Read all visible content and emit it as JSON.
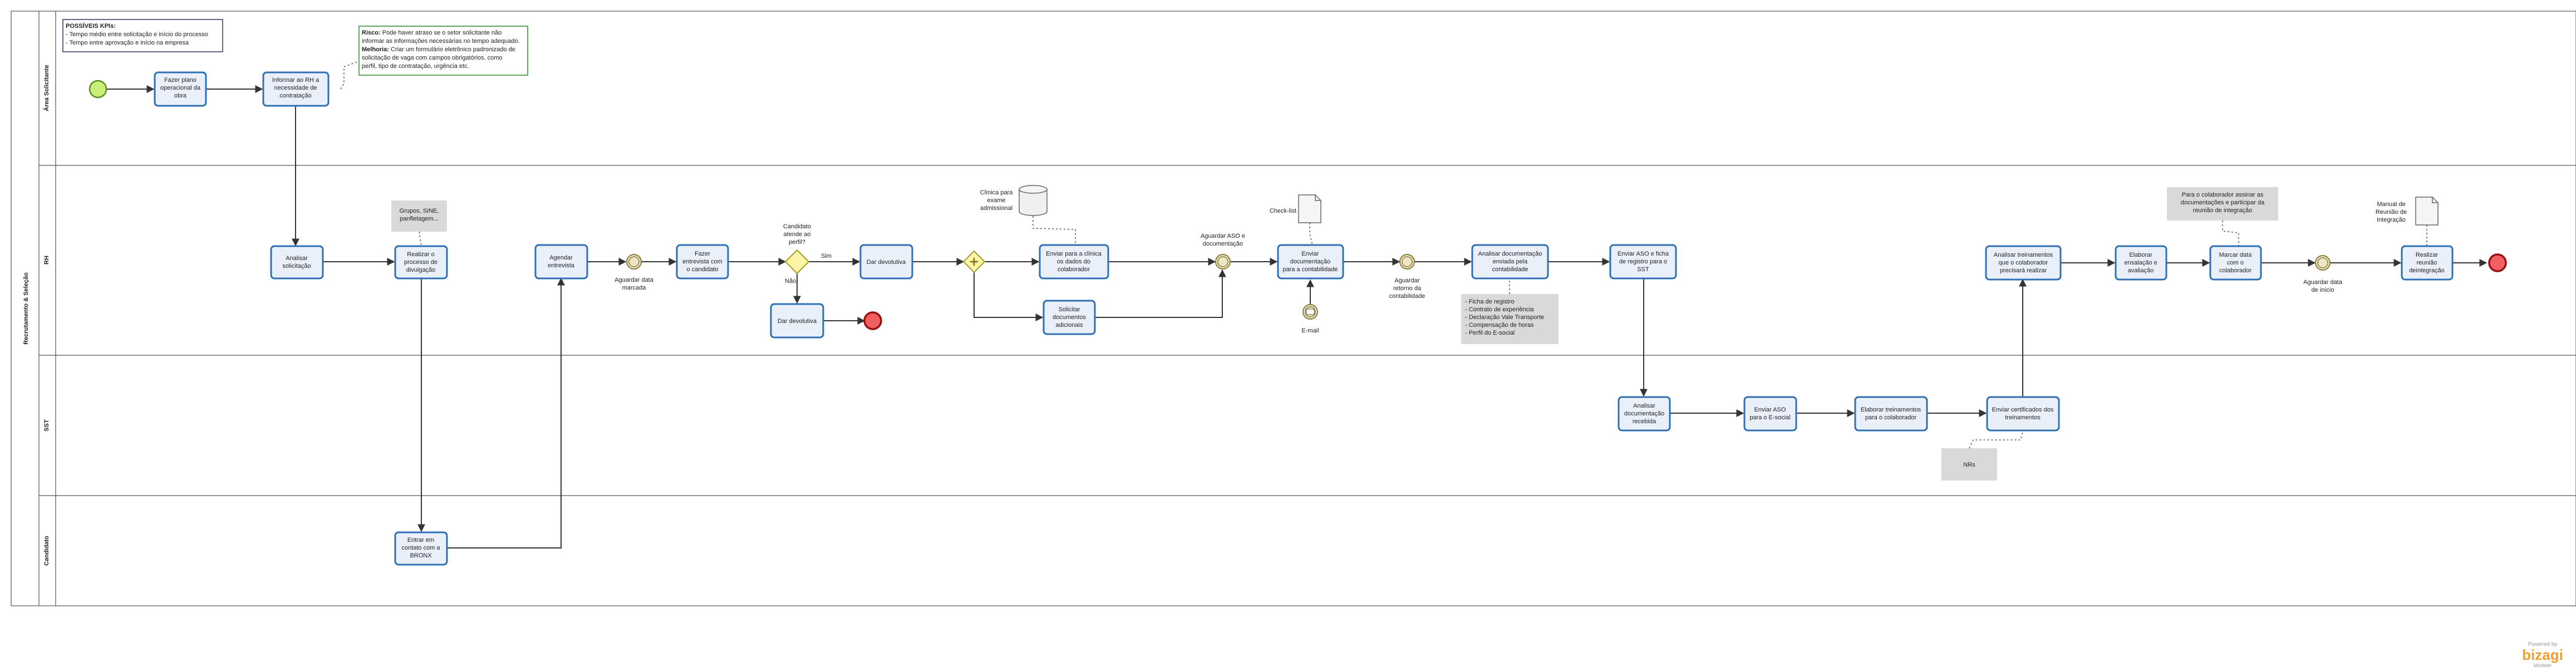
{
  "pool_name": "Recrutamento & Seleção",
  "lanes": [
    "Área Solicitante",
    "RH",
    "SST",
    "Candidato"
  ],
  "notes": {
    "kpis_title": "POSSÍVEIS KPIs:",
    "kpis_lines": [
      "- Tempo médio entre solicitação e início do processo",
      "- Tempo entre aprovação e início na empresa"
    ],
    "risk_label": "Risco:",
    "risk_text_1": " Pode haver atraso se o setor solicitante não",
    "risk_text_2": "informar as informações necessárias no tempo adequado.",
    "improve_label": "Melhoria:",
    "improve_text_1": " Criar um formulário eletrônico padronizado de",
    "improve_text_2": "solicitação de vaga com campos obrigatórios, como",
    "improve_text_3": "perfil, tipo de contratação, urgência etc.",
    "groups_note": [
      "Grupos, SINE,",
      "panfletagem..."
    ],
    "docs_note": [
      "- Ficha de registro",
      "- Contrato de experiência",
      "- Declaração Vale Transporte",
      "- Compensação de horas",
      "- Perfil do E-social"
    ],
    "nrs_note": "NRs",
    "integration_note": [
      "Para o colaborador assinar as",
      "documentações e participar da",
      "reunião de integração"
    ]
  },
  "tasks": {
    "fazer_plano": [
      "Fazer plano",
      "operacional da",
      "obra"
    ],
    "informar_rh": [
      "Informar ao RH a",
      "necessidade de",
      "contratação"
    ],
    "analisar_solicitacao": [
      "Analisar",
      "solicitação"
    ],
    "realizar_divulgacao": [
      "Realizar o",
      "processo de",
      "divulgação"
    ],
    "agendar_entrevista": [
      "Agendar",
      "entrevista"
    ],
    "fazer_entrevista": [
      "Fazer",
      "entrevista com",
      "o candidato"
    ],
    "dar_devolutiva_sim": [
      "Dar devolutiva"
    ],
    "dar_devolutiva_nao": [
      "Dar devolutiva"
    ],
    "enviar_clinica": [
      "Enviar para a clínica",
      "os dados do",
      "colaborador"
    ],
    "solicitar_docs": [
      "Solicitar",
      "documentos",
      "adicionais"
    ],
    "enviar_contabilidade": [
      "Enviar",
      "documentação",
      "para a contabilidade"
    ],
    "analisar_documentacao": [
      "Analisar documentação",
      "enviada pela",
      "contabilidade"
    ],
    "enviar_aso_sst": [
      "Enviar ASO e ficha",
      "de registro para o",
      "SST"
    ],
    "analisar_treinamentos": [
      "Analisar treinamentos",
      "que o colaborador",
      "precisará realizar"
    ],
    "elaborar_ensalacao": [
      "Elaborar",
      "ensalação e",
      "avaliação"
    ],
    "marcar_data": [
      "Marcar data",
      "com o",
      "colaborador"
    ],
    "realizar_reuniao": [
      "Realizar",
      "reunião",
      "deintegração"
    ],
    "analisar_doc_sst": [
      "Analisar",
      "documentação",
      "recebida"
    ],
    "enviar_aso_esocial": [
      "Enviar ASO",
      "para o E-social"
    ],
    "elaborar_treinamentos": [
      "Elaborar treinamentos",
      "para o colaborador"
    ],
    "enviar_certificados": [
      "Enviar certificados dos",
      "treinamentos"
    ],
    "entrar_contato": [
      "Entrar em",
      "contato com a",
      "BRONX"
    ]
  },
  "events": {
    "aguardar_data_marcada": [
      "Aguardar data",
      "marcada"
    ],
    "aguardar_aso": [
      "Aguardar ASO e",
      "documentação"
    ],
    "aguardar_retorno": [
      "Aguardar",
      "retorno da",
      "contabilidade"
    ],
    "aguardar_data_inicio": [
      "Aguardar data",
      "de início"
    ],
    "email": "E-mail"
  },
  "gateway": {
    "question": [
      "Candidato",
      "atende ao",
      "perfil?"
    ],
    "yes": "Sim",
    "no": "Não"
  },
  "artifacts": {
    "clinica": [
      "Clínica para",
      "exame",
      "admissional"
    ],
    "checklist": "Check-list",
    "manual": [
      "Manual de",
      "Reunião de",
      "Integração"
    ]
  },
  "brand": {
    "powered_by": "Powered by",
    "name": "bizagi",
    "product": "Modeler"
  },
  "colors": {
    "task_fill": "#e9f0fa",
    "task_stroke": "#2f6fb4",
    "start_fill": "#c8ef78",
    "end_fill": "#f06060",
    "gateway_fill": "#fbf6a6",
    "note_fill": "#d9d9d9",
    "brand": "#f0a030"
  }
}
